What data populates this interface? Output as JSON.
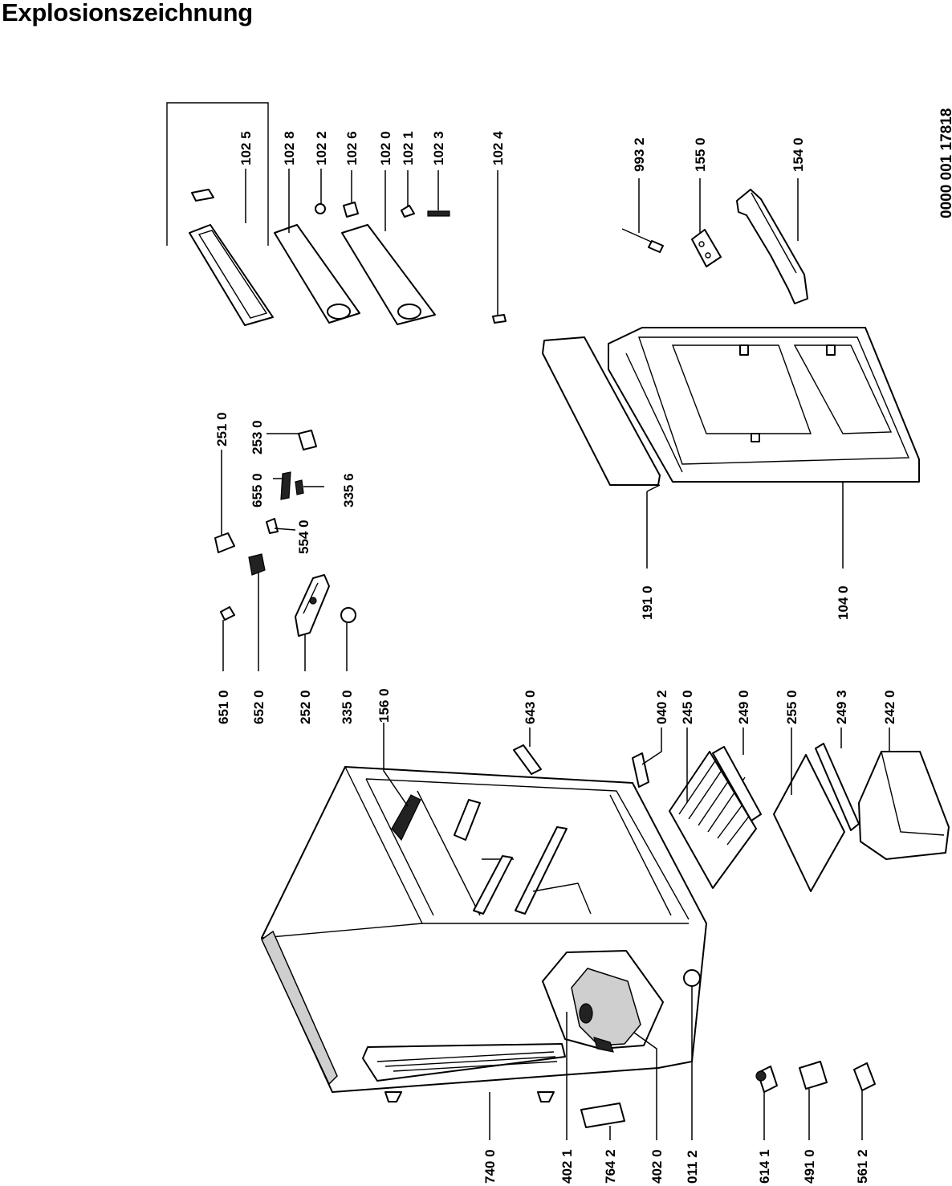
{
  "title": "Explosionszeichnung",
  "document_number": "0000 001 17818",
  "part_labels": {
    "p1025": "102 5",
    "p1028": "102 8",
    "p1022": "102 2",
    "p1026": "102 6",
    "p1020": "102 0",
    "p1021": "102 1",
    "p1023": "102 3",
    "p1024": "102 4",
    "p9932": "993 2",
    "p1550": "155 0",
    "p1540": "154 0",
    "p2510": "251 0",
    "p2530": "253 0",
    "p6550": "655 0",
    "p3356": "335 6",
    "p5540": "554 0",
    "p1910": "191 0",
    "p1040": "104 0",
    "p6510": "651 0",
    "p6520": "652 0",
    "p2520": "252 0",
    "p3350": "335 0",
    "p1560": "156 0",
    "p6430": "643 0",
    "p0402": "040 2",
    "p2450": "245 0",
    "p2490": "249 0",
    "p2550": "255 0",
    "p2493": "249 3",
    "p2420": "242 0",
    "p7400": "740 0",
    "p4021": "402 1",
    "p7642": "764 2",
    "p4020": "402 0",
    "p0112": "011 2",
    "p6141": "614 1",
    "p4910": "491 0",
    "p5612": "561 2"
  }
}
